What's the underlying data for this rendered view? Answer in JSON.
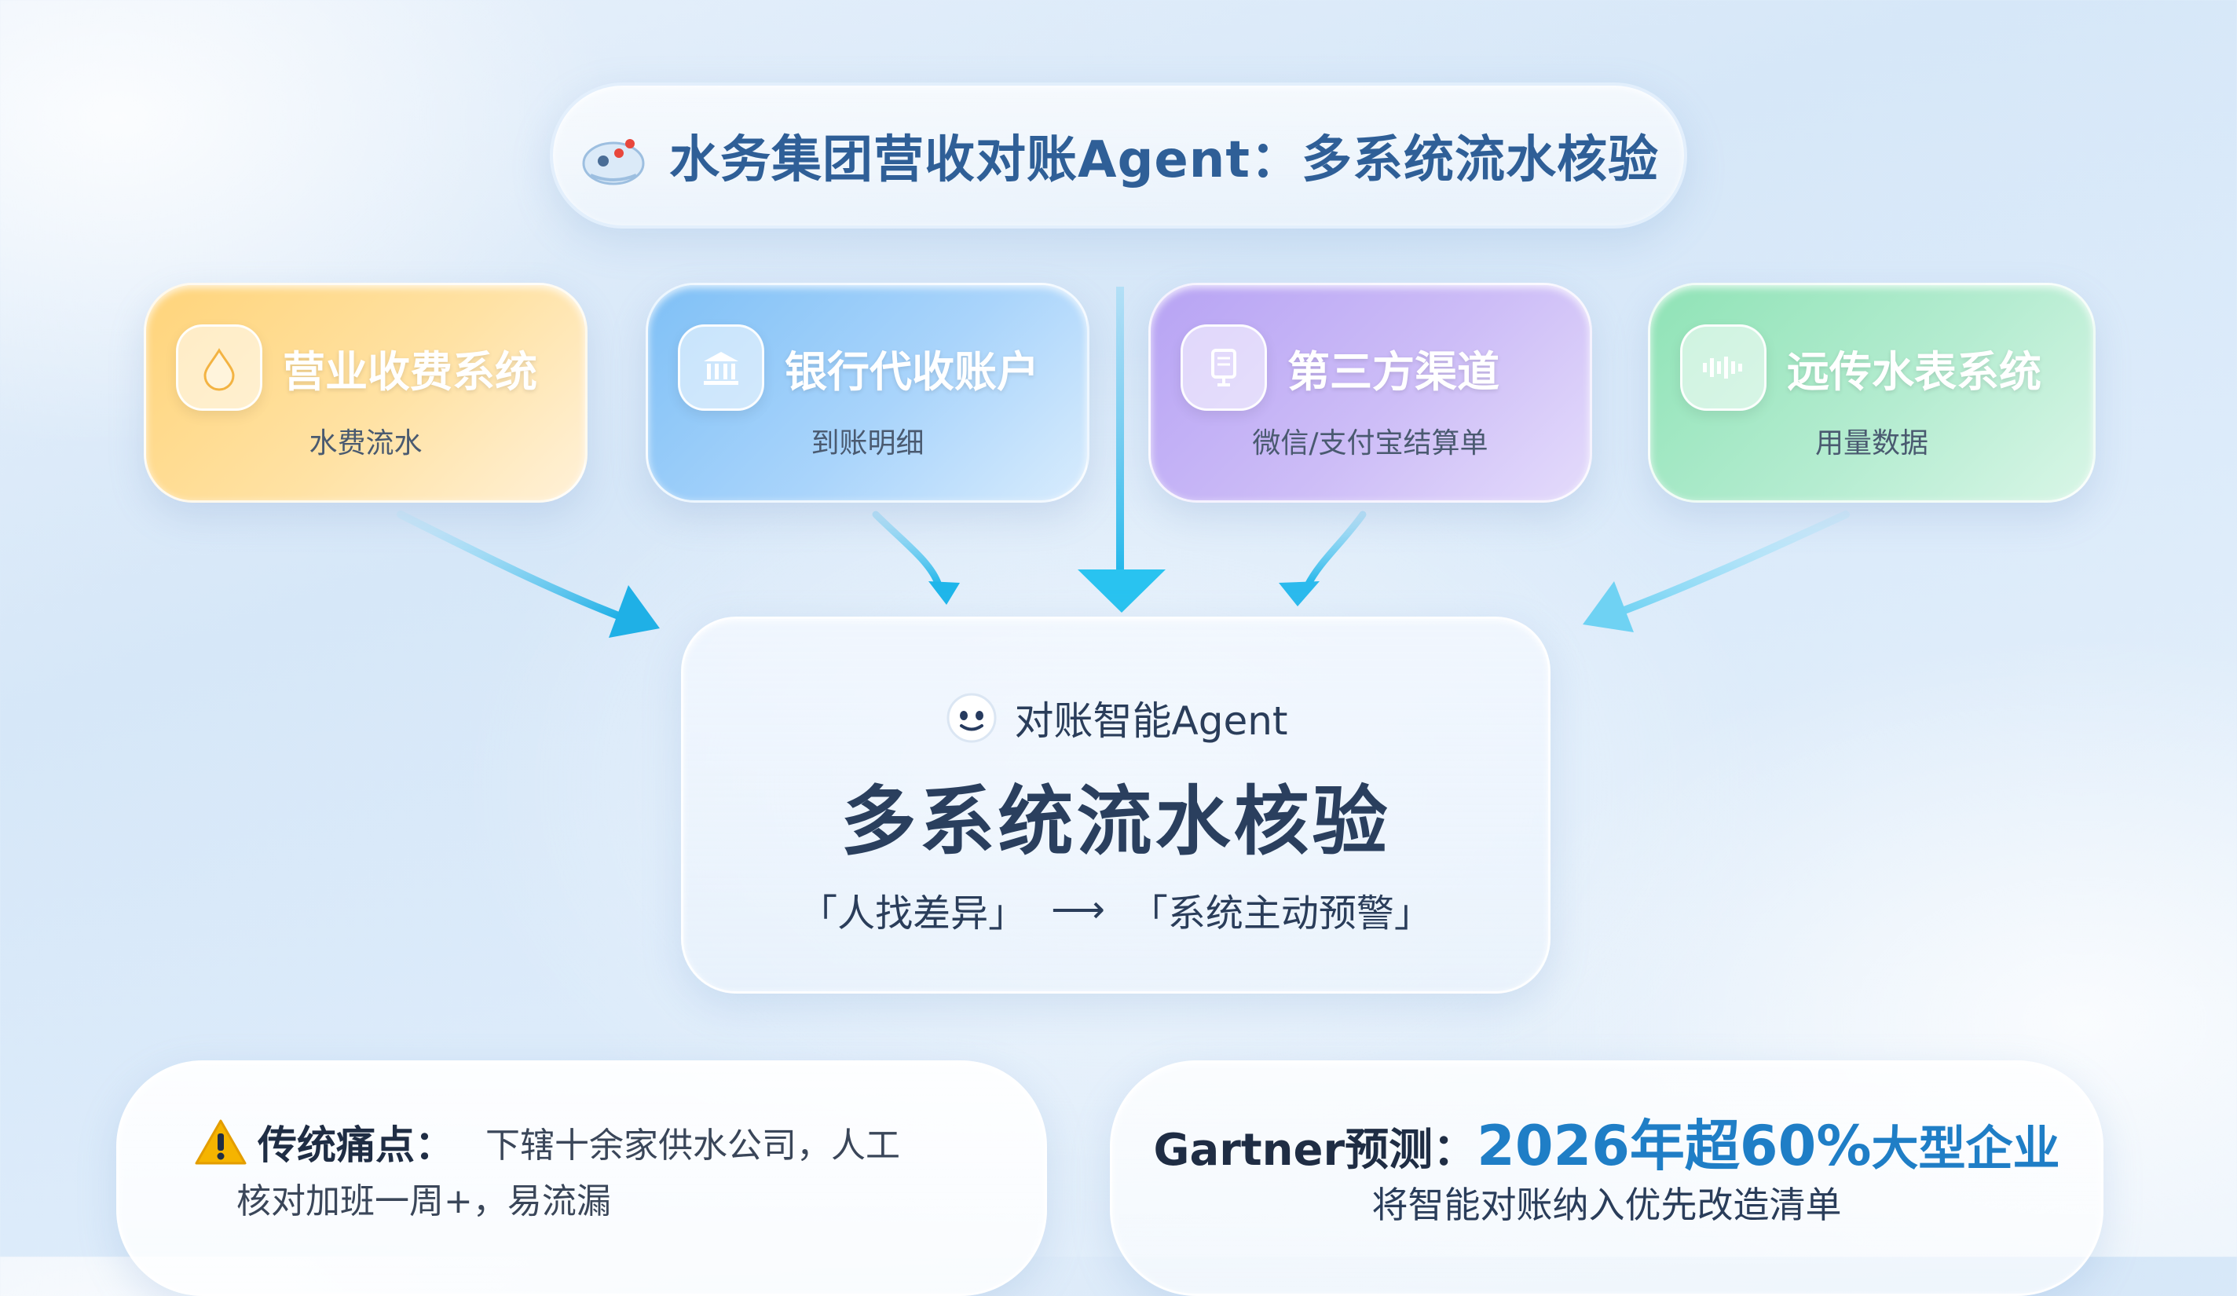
{
  "header": {
    "title": "水务集团营收对账Agent：多系统流水核验",
    "icon": "water-drop-robot-icon"
  },
  "sources": [
    {
      "label": "营业收费系统",
      "sub": "水费流水",
      "icon": "water-drop-icon",
      "color": "#ffd47a"
    },
    {
      "label": "银行代收账户",
      "sub": "到账明细",
      "icon": "bank-icon",
      "color": "#7fc0f6"
    },
    {
      "label": "第三方渠道",
      "sub": "微信/支付宝结算单",
      "icon": "receipt-icon",
      "color": "#b7a3f4"
    },
    {
      "label": "远传水表系统",
      "sub": "用量数据",
      "icon": "signal-wave-icon",
      "color": "#8fe3b6"
    }
  ],
  "center": {
    "agent_label": "对账智能Agent",
    "icon": "smiley-robot-icon",
    "title": "多系统流水核验",
    "from": "「人找差异」",
    "arrow": "⟶",
    "to": "「系统主动预警」"
  },
  "pain": {
    "label": "传统痛点：",
    "text_line1": "下辖十余家供水公司，人工",
    "text_line2": "核对加班一周+，易流漏",
    "icon": "warning-icon"
  },
  "forecast": {
    "lead": "Gartner预测：",
    "highlight": "2026年超60%",
    "tail": "大型企业",
    "line2": "将智能对账纳入优先改造清单"
  },
  "colors": {
    "arrow": "#29b6e8",
    "title_text": "#2f5f97",
    "highlight": "#1f7ec6"
  }
}
